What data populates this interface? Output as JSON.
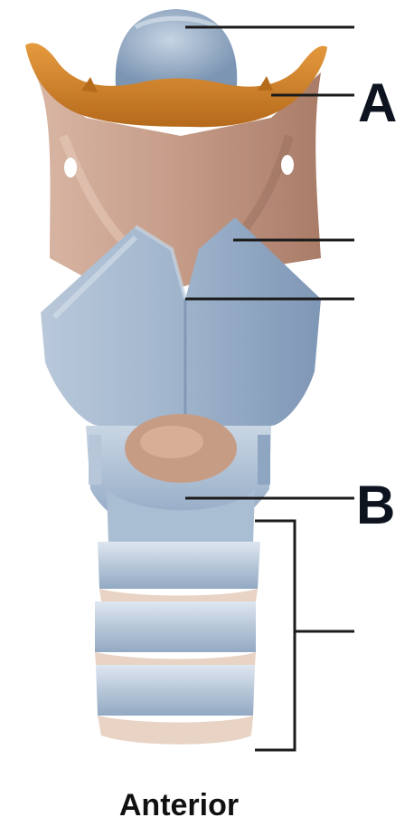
{
  "labels": {
    "a": "A",
    "b": "B"
  },
  "caption": "Anterior",
  "colors": {
    "cartilage_blue": "#9fb4cc",
    "cartilage_blue_dark": "#7f97b6",
    "cartilage_blue_light": "#c9d6e4",
    "hyoid_orange": "#d8872c",
    "hyoid_orange_dark": "#b56a1c",
    "membrane_pink": "#c9a08c",
    "membrane_pink_dark": "#a97c68",
    "leader_line": "#1b1b1b"
  }
}
